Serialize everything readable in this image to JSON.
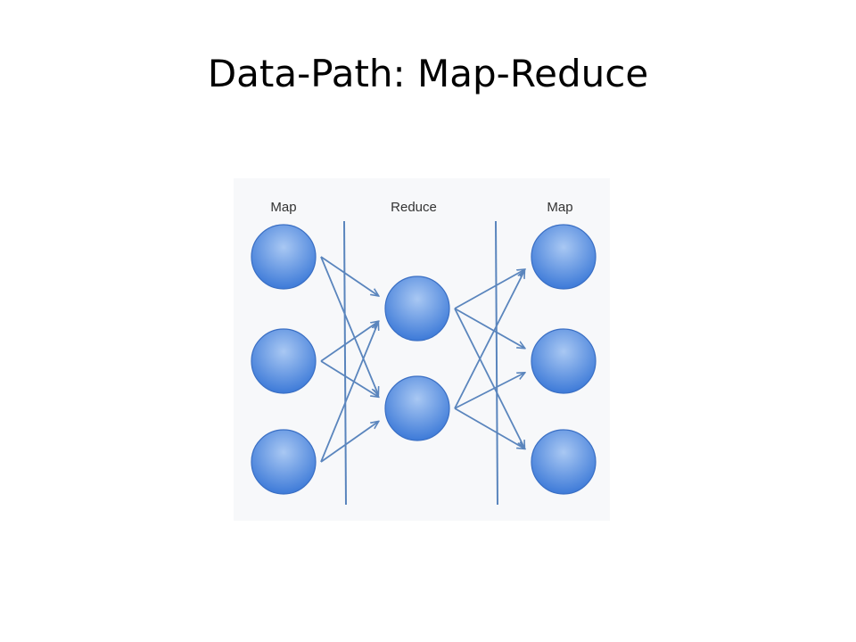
{
  "slide": {
    "title": "Data-Path: Map-Reduce"
  },
  "diagram": {
    "columns": [
      {
        "label": "Map",
        "nodes": 3
      },
      {
        "label": "Reduce",
        "nodes": 2
      },
      {
        "label": "Map",
        "nodes": 3
      }
    ],
    "connections": [
      {
        "from": "map1-node-1",
        "to": "reduce-node-1"
      },
      {
        "from": "map1-node-1",
        "to": "reduce-node-2"
      },
      {
        "from": "map1-node-2",
        "to": "reduce-node-1"
      },
      {
        "from": "map1-node-2",
        "to": "reduce-node-2"
      },
      {
        "from": "map1-node-3",
        "to": "reduce-node-1"
      },
      {
        "from": "map1-node-3",
        "to": "reduce-node-2"
      },
      {
        "from": "reduce-node-1",
        "to": "map2-node-1"
      },
      {
        "from": "reduce-node-1",
        "to": "map2-node-2"
      },
      {
        "from": "reduce-node-1",
        "to": "map2-node-3"
      },
      {
        "from": "reduce-node-2",
        "to": "map2-node-1"
      },
      {
        "from": "reduce-node-2",
        "to": "map2-node-2"
      },
      {
        "from": "reduce-node-2",
        "to": "map2-node-3"
      }
    ],
    "colors": {
      "node_fill_light": "#a9c8f3",
      "node_fill_dark": "#3d7ad8",
      "node_stroke": "#3a6fc4",
      "edge": "#5a85bd",
      "divider": "#5a85bd",
      "panel_bg": "#f7f8fa"
    }
  }
}
